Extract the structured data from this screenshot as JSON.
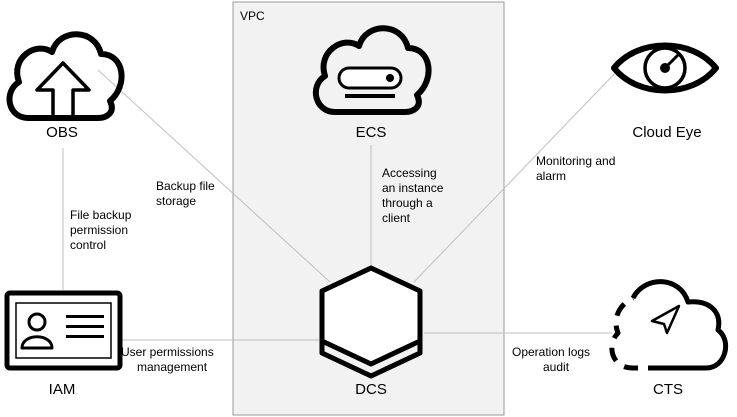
{
  "vpc": {
    "label": "VPC"
  },
  "nodes": {
    "obs": {
      "label": "OBS",
      "icon": "cloud-upload-icon"
    },
    "ecs": {
      "label": "ECS",
      "icon": "cloud-server-icon"
    },
    "cloud_eye": {
      "label": "Cloud Eye",
      "icon": "eye-icon"
    },
    "iam": {
      "label": "IAM",
      "icon": "id-card-icon"
    },
    "dcs": {
      "label": "DCS",
      "icon": "hexagon-stack-icon"
    },
    "cts": {
      "label": "CTS",
      "icon": "cloud-send-icon"
    }
  },
  "edges": {
    "obs_iam": [
      "File backup",
      "permission",
      "control"
    ],
    "obs_dcs": [
      "Backup file",
      "storage"
    ],
    "ecs_dcs": [
      "Accessing",
      "an instance",
      "through a",
      "client"
    ],
    "eye_dcs": [
      "Monitoring and",
      "alarm"
    ],
    "iam_dcs": [
      "User permissions",
      "management"
    ],
    "cts_dcs": [
      "Operation logs",
      "audit"
    ]
  },
  "colors": {
    "stroke": "#000000",
    "line": "#bfbfbf",
    "vpc_fill": "#f2f2f2",
    "vpc_border": "#999999"
  }
}
